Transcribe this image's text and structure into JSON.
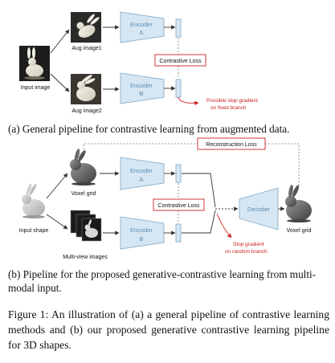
{
  "panel_a": {
    "input_label": "Input image",
    "aug1_label": "Aug image1",
    "aug2_label": "Aug image2",
    "encoder_a_line1": "Encoder",
    "encoder_a_line2": "A",
    "encoder_b_line1": "Encoder",
    "encoder_b_line2": "B",
    "contrastive_loss": "Contrastive Loss",
    "stop_gradient_line1": "Possible stop gradient",
    "stop_gradient_line2": "on fixed branch",
    "caption": "(a) General pipeline for contrastive learning from augmented data."
  },
  "panel_b": {
    "input_label": "Input shape",
    "voxel_label": "Voxel grid",
    "multiview_label": "Multi-view images",
    "encoder_a_line1": "Encoder",
    "encoder_a_line2": "A",
    "encoder_b_line1": "Encoder",
    "encoder_b_line2": "B",
    "contrastive_loss": "Contrastive Loss",
    "reconstruction_loss": "Reconstruction Loss",
    "decoder": "Decoder",
    "output_label": "Voxel grid",
    "stop_gradient_line1": "Stop gradient",
    "stop_gradient_line2": "on random branch",
    "caption": "(b) Pipeline for the proposed generative-contrastive learning from multi-modal input."
  },
  "figure_caption": "Figure 1: An illustration of (a) a general pipeline of contrastive learning methods and (b) our proposed generative contrastive learning pipeline for 3D shapes.",
  "colors": {
    "encoder_fill": "#d6e6f2",
    "encoder_stroke": "#7fa8c8",
    "encoder_text": "#5b8db5",
    "loss_border": "#cc2222",
    "stop_gradient_red": "#cc2222",
    "dashed_line": "#777777"
  }
}
